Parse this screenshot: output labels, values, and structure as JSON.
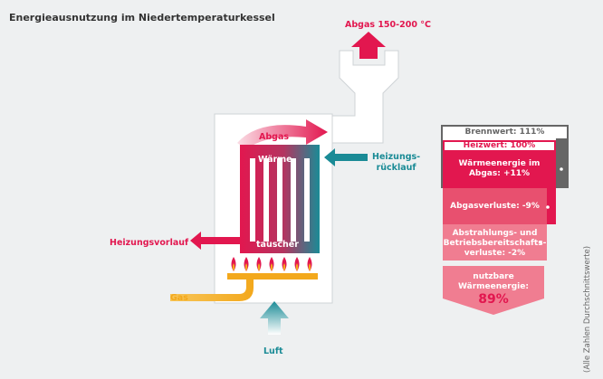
{
  "title": "Energieausnutzung im Niedertemperaturkessel",
  "labels": {
    "abgas_out": "Abgas 150-200 °C",
    "abgas_in": "Abgas",
    "waerme": "Wärme-",
    "tauscher": "tauscher",
    "ruecklauf_1": "Heizungs-",
    "ruecklauf_2": "rücklauf",
    "vorlauf": "Heizungsvorlauf",
    "gas": "Gas",
    "luft": "Luft"
  },
  "energy": {
    "brennwert": "Brennwert: 111%",
    "heizwert": "Heizwert: 100%",
    "waermeenergie_1": "Wärmeenergie im",
    "waermeenergie_2": "Abgas: +11%",
    "abgasverluste": "Abgasverluste: -9%",
    "abstrahlung_1": "Abstrahlungs- und",
    "abstrahlung_2": "Betriebsbereitschafts-",
    "abstrahlung_3": "verluste: -2%",
    "nutzbar_1": "nutzbare",
    "nutzbar_2": "Wärmeenergie:",
    "nutzbar_3": "89%"
  },
  "note": "(Alle Zahlen Durchschnittswerte)",
  "colors": {
    "red": "#e2174f",
    "teal": "#1a8b96",
    "gold": "#f3a81c",
    "grey": "#666666",
    "pink1": "#e8506f",
    "pink2": "#f07d91",
    "pink3": "#f4a1af"
  }
}
